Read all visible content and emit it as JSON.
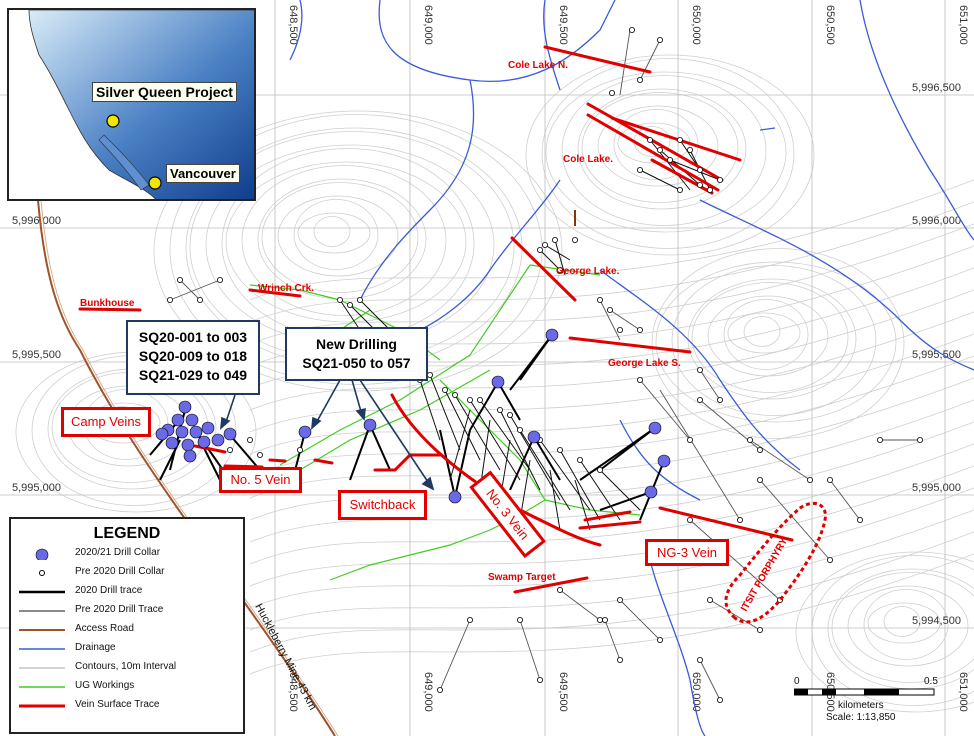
{
  "grid": {
    "x_labels": [
      "648,500",
      "649,000",
      "649,500",
      "650,000",
      "650,500",
      "651,000"
    ],
    "y_labels": [
      "5,996,500",
      "5,996,000",
      "5,995,500",
      "5,995,000",
      "5,994,500"
    ]
  },
  "inset": {
    "project_label": "Silver Queen Project",
    "city_label": "Vancouver"
  },
  "callouts": {
    "sq_lines": [
      "SQ20-001 to 003",
      "SQ20-009 to 018",
      "SQ21-029 to 049"
    ],
    "new_title": "New Drilling",
    "new_range": "SQ21-050 to 057"
  },
  "boxed_labels": {
    "camp_veins": "Camp Veins",
    "no5_vein": "No. 5 Vein",
    "switchback": "Switchback",
    "no3_vein": "No. 3 Vein",
    "ng3_vein": "NG-3 Vein",
    "itsit": "ITSIT PORPHYRY"
  },
  "vein_labels": {
    "cole_lake_n": "Cole Lake N.",
    "cole_lake": "Cole Lake.",
    "george_lake": "George Lake.",
    "george_lake_s": "George Lake S.",
    "wrinch_crk": "Wrinch Crk.",
    "bunkhouse": "Bunkhouse",
    "swamp_target": "Swamp Target"
  },
  "road_label": "Huckleberry Mine 43 km",
  "legend": {
    "title": "LEGEND",
    "items": [
      {
        "label": "2020/21 Drill Collar",
        "symbol": "blue-collar-icon"
      },
      {
        "label": "Pre 2020 Drill Collar",
        "symbol": "small-collar-icon"
      },
      {
        "label": "2020 Drill trace",
        "symbol": "black-line"
      },
      {
        "label": "Pre 2020 Drill Trace",
        "symbol": "grey-line"
      },
      {
        "label": "Access Road",
        "symbol": "brown-line"
      },
      {
        "label": "Drainage",
        "symbol": "blue-line"
      },
      {
        "label": "Contours, 10m Interval",
        "symbol": "light-grey-line"
      },
      {
        "label": "UG Workings",
        "symbol": "green-line"
      },
      {
        "label": "Vein Surface Trace",
        "symbol": "red-line"
      }
    ]
  },
  "scale": {
    "zero": "0",
    "max": "0.5",
    "unit": "kilometers",
    "ratio": "Scale: 1:13,850"
  },
  "colors": {
    "vein": "#e00000",
    "collar": "#6a6ae6",
    "drainage": "#3a5bd8",
    "workings": "#44cc22",
    "road": "#a0522d",
    "contour": "#c8c8c8",
    "callout_border": "#1f3a60"
  }
}
